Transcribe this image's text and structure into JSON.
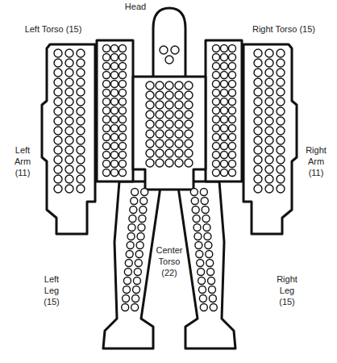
{
  "diagram": {
    "labels": [
      "Head",
      "Left Torso (15)",
      "Right Torso (15)",
      "Left Arm (11)",
      "Right Arm (11)",
      "Center Torso (22)",
      "Left Leg (15)",
      "Right Leg (15)"
    ]
  }
}
